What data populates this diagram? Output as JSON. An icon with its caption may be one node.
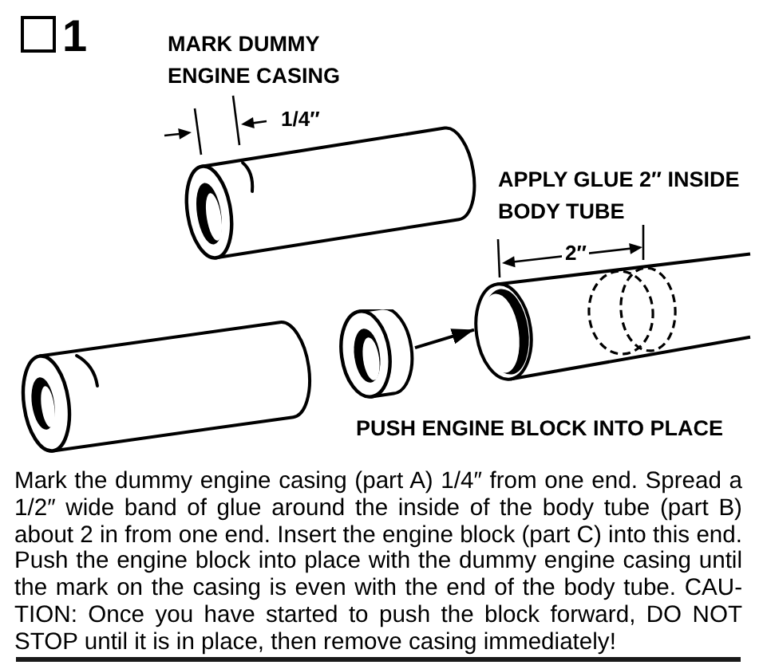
{
  "diagram": {
    "nodes": [
      {
        "text": [],
        "shape": "picture"
      },
      {
        "text": [],
        "shape": "picture"
      }
    ],
    "edges": [
      {
        "from": 0,
        "to": 1,
        "arrow": "to"
      }
    ],
    "labels": [
      "1",
      "MARK DUMMY ENGINE CASING",
      "1/4″",
      "APPLY GLUE 2″ INSIDE BODY TUBE",
      "2″",
      "PUSH ENGINE BLOCK INTO PLACE"
    ],
    "caption": "Mark the dummy engine casing (part A) 1/4″ from one end. Spread a 1/2″ wide band of glue around the inside of the body tube (part B) about 2 in from one end. Insert the engine block (part C) into this end. Push the engine block into place with the dummy engine casing until the mark on the casing is even with the end of the body tube. CAU-TION: Once you have started to push the block forward, DO NOT STOP until it is in place, then remove casing immediately!"
  }
}
